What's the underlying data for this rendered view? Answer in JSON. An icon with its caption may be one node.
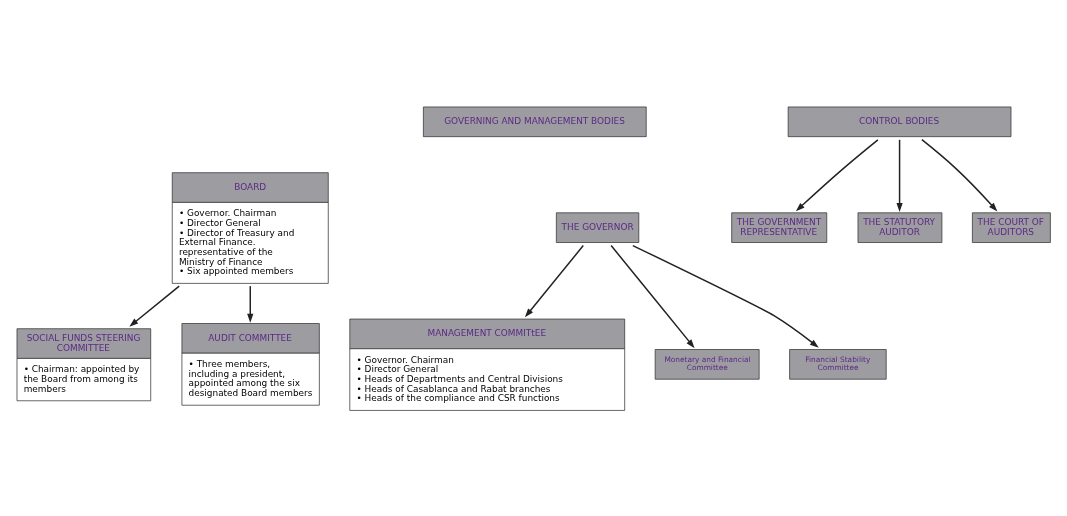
{
  "diagram": {
    "nodes": [
      {
        "text": [
          "GOVERNING AND MANAGEMENT BODIES"
        ]
      },
      {
        "text": [
          "CONTROL BODIES"
        ]
      },
      {
        "text": [
          "BOARD",
          "• Governor. Chairman",
          "• Director General",
          "• Director of Treasury and External Finance. representative of the Ministry of Finance",
          "• Six appointed members"
        ]
      },
      {
        "text": [
          "THE GOVERNOR"
        ]
      },
      {
        "text": [
          "SOCIAL FUNDS STEERING COMMITTEE",
          "• Chairman: appointed by the Board from among its members"
        ]
      },
      {
        "text": [
          "AUDIT COMMITTEE",
          "• Three members, including a president, appointed among the six designated Board members"
        ]
      },
      {
        "text": [
          "THE GOVERNMENT REPRESENTATIVE"
        ]
      },
      {
        "text": [
          "THE STATUTORY AUDITOR"
        ]
      },
      {
        "text": [
          "THE COURT OF AUDITORS"
        ]
      },
      {
        "text": [
          "MANAGEMENT COMMITtEE",
          "• Governor. Chairman",
          "• Director General",
          "• Heads of Departments and Central Divisions",
          "• Heads of Casablanca and Rabat branches",
          "• Heads of the compliance and CSR functions"
        ]
      },
      {
        "text": [
          "Monetary and Financial Committee"
        ]
      },
      {
        "text": [
          "Financial Stability Committee"
        ]
      }
    ],
    "edges": [
      {
        "from": 2,
        "to": 4,
        "arrow": "to"
      },
      {
        "from": 2,
        "to": 5,
        "arrow": "to"
      },
      {
        "from": 1,
        "to": 6,
        "arrow": "to"
      },
      {
        "from": 1,
        "to": 7,
        "arrow": "to"
      },
      {
        "from": 1,
        "to": 8,
        "arrow": "to"
      },
      {
        "from": 3,
        "to": 9,
        "arrow": "to"
      },
      {
        "from": 3,
        "to": 10,
        "arrow": "to"
      },
      {
        "from": 3,
        "to": 11,
        "arrow": "to"
      }
    ]
  }
}
